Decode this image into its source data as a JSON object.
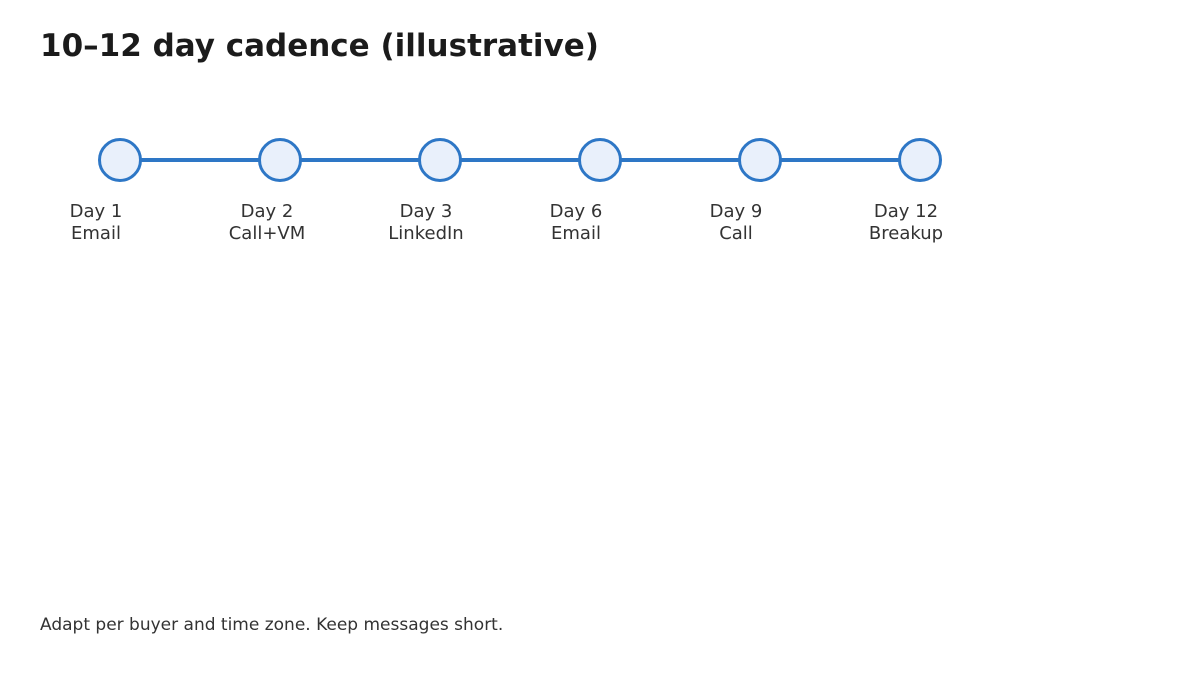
{
  "title": "10–12 day cadence (illustrative)",
  "footer": "Adapt per buyer and time zone. Keep messages short.",
  "colors": {
    "node_border": "#2e77c6",
    "node_fill": "#e9f0fb",
    "connector_line": "#2e77c6",
    "title_text": "#1b1b1b",
    "body_text": "#333333",
    "background": "#ffffff"
  },
  "timeline": {
    "steps": [
      {
        "day": "Day 1",
        "action": "Email"
      },
      {
        "day": "Day 2",
        "action": "Call+VM"
      },
      {
        "day": "Day 3",
        "action": "LinkedIn"
      },
      {
        "day": "Day 6",
        "action": "Email"
      },
      {
        "day": "Day 9",
        "action": "Call"
      },
      {
        "day": "Day 12",
        "action": "Breakup"
      }
    ]
  }
}
